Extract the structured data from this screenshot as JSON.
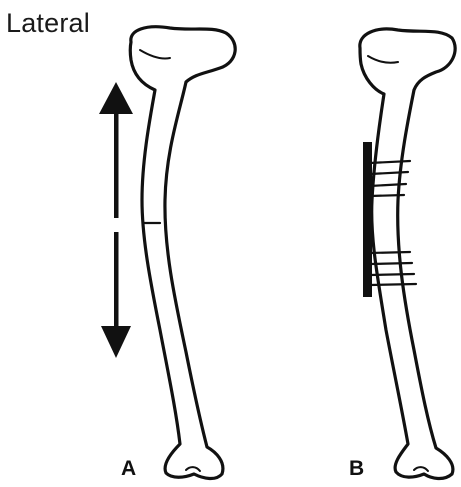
{
  "labels": {
    "side": "Lateral",
    "panel_a": "A",
    "panel_b": "B"
  },
  "colors": {
    "ink": "#111111",
    "background": "#ffffff"
  },
  "icons": {
    "arrow": "double-headed-vertical-arrow",
    "plate": "bone-plate-with-screws"
  }
}
